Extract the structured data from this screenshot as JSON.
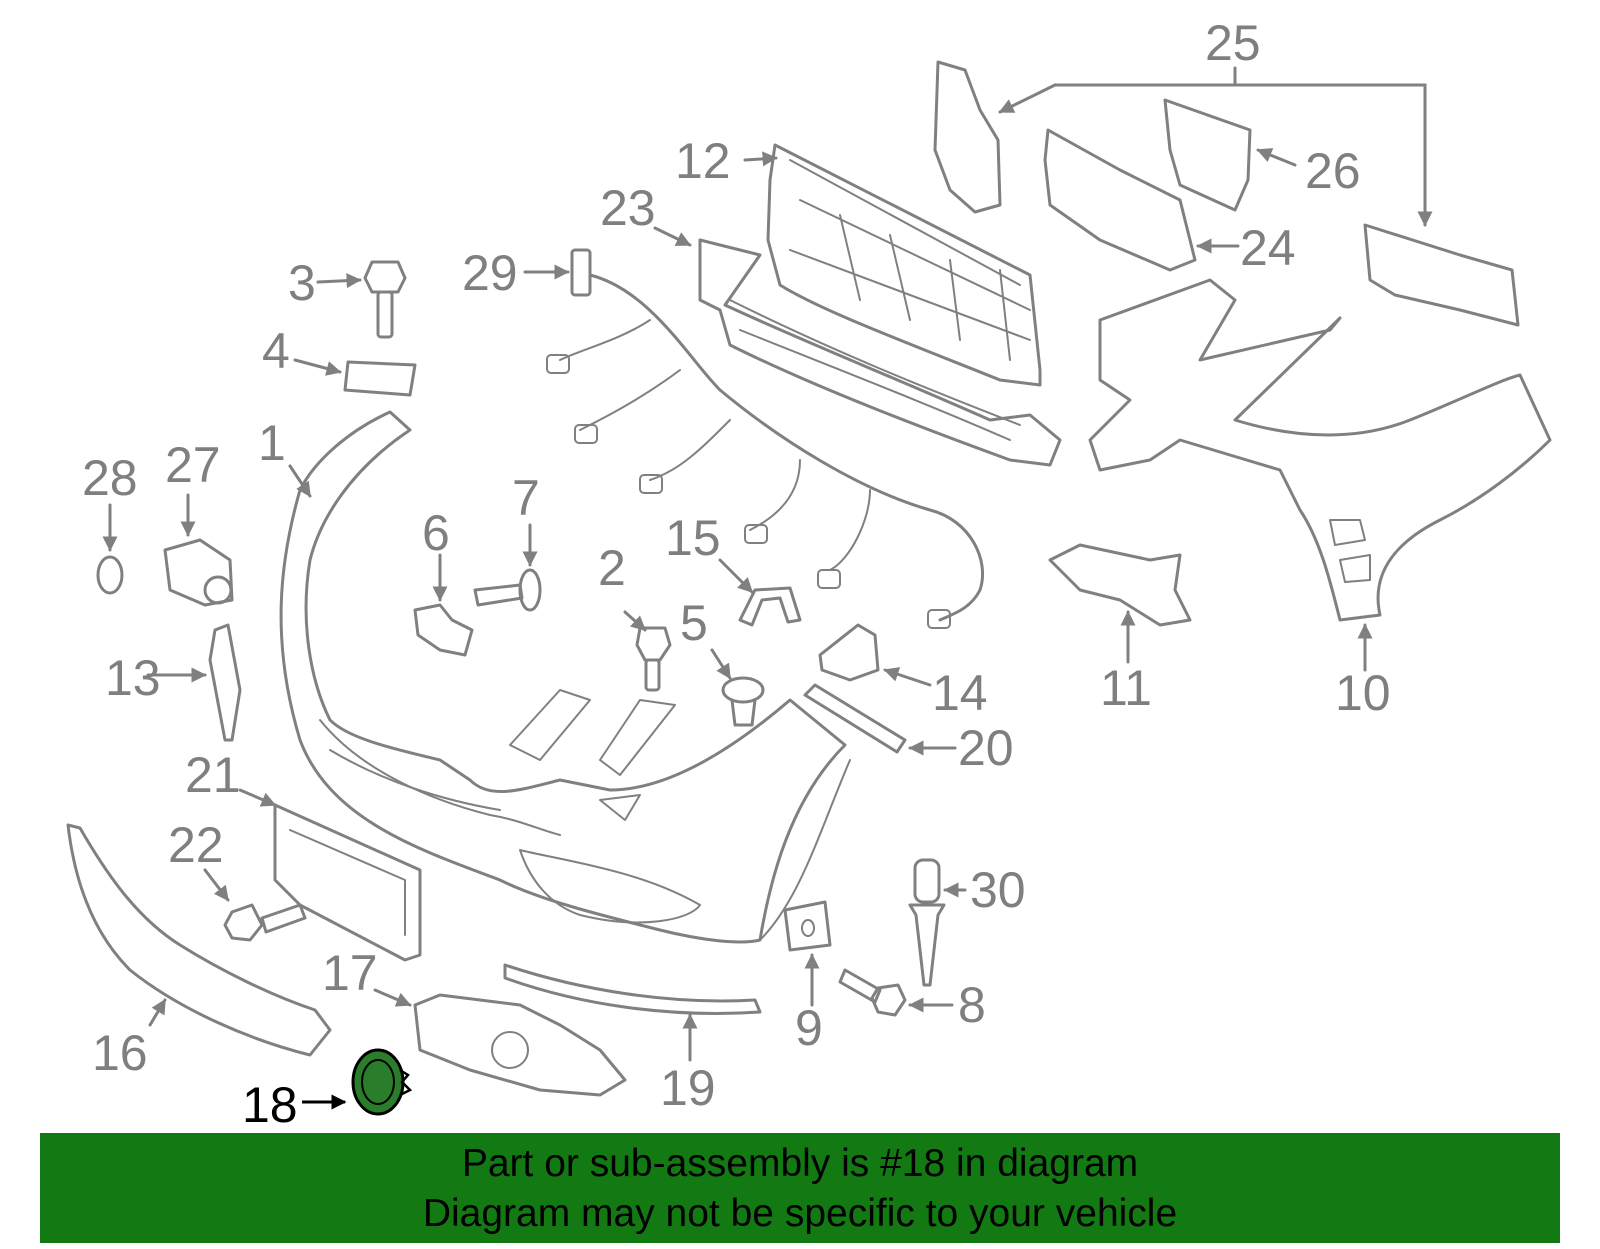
{
  "callouts": [
    {
      "id": "1",
      "text": "1"
    },
    {
      "id": "2",
      "text": "2"
    },
    {
      "id": "3",
      "text": "3"
    },
    {
      "id": "4",
      "text": "4"
    },
    {
      "id": "5",
      "text": "5"
    },
    {
      "id": "6",
      "text": "6"
    },
    {
      "id": "7",
      "text": "7"
    },
    {
      "id": "8",
      "text": "8"
    },
    {
      "id": "9",
      "text": "9"
    },
    {
      "id": "10",
      "text": "10"
    },
    {
      "id": "11",
      "text": "11"
    },
    {
      "id": "12",
      "text": "12"
    },
    {
      "id": "13",
      "text": "13"
    },
    {
      "id": "14",
      "text": "14"
    },
    {
      "id": "15",
      "text": "15"
    },
    {
      "id": "16",
      "text": "16"
    },
    {
      "id": "17",
      "text": "17"
    },
    {
      "id": "18",
      "text": "18"
    },
    {
      "id": "19",
      "text": "19"
    },
    {
      "id": "20",
      "text": "20"
    },
    {
      "id": "21",
      "text": "21"
    },
    {
      "id": "22",
      "text": "22"
    },
    {
      "id": "23",
      "text": "23"
    },
    {
      "id": "24",
      "text": "24"
    },
    {
      "id": "25",
      "text": "25"
    },
    {
      "id": "26",
      "text": "26"
    },
    {
      "id": "27",
      "text": "27"
    },
    {
      "id": "28",
      "text": "28"
    },
    {
      "id": "29",
      "text": "29"
    },
    {
      "id": "30",
      "text": "30"
    }
  ],
  "highlighted_part": "18",
  "colors": {
    "line": "#808080",
    "highlight_part": "#2a7d2a",
    "banner_background": "#137913",
    "banner_text": "#000000"
  },
  "banner": {
    "line1": "Part or sub-assembly is #18 in diagram",
    "line2": "Diagram may not be specific to your vehicle"
  }
}
